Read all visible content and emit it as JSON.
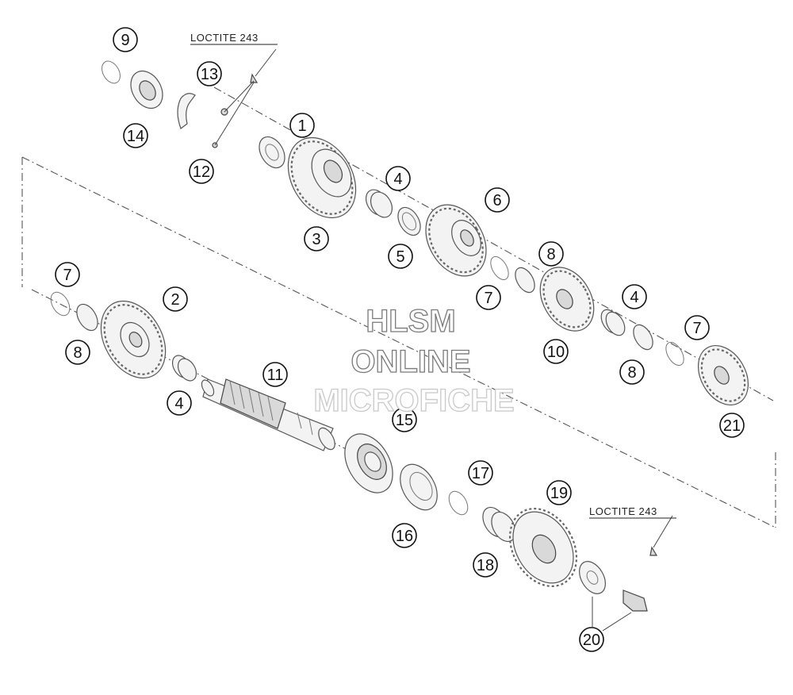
{
  "notes": [
    {
      "id": "loctite-top",
      "text": "LOCTITE 243"
    },
    {
      "id": "loctite-bottom",
      "text": "LOCTITE 243"
    }
  ],
  "callouts": [
    {
      "id": "c1",
      "text": "1"
    },
    {
      "id": "c2",
      "text": "2"
    },
    {
      "id": "c3",
      "text": "3"
    },
    {
      "id": "c4a",
      "text": "4"
    },
    {
      "id": "c4b",
      "text": "4"
    },
    {
      "id": "c4c",
      "text": "4"
    },
    {
      "id": "c5",
      "text": "5"
    },
    {
      "id": "c6",
      "text": "6"
    },
    {
      "id": "c7a",
      "text": "7"
    },
    {
      "id": "c7b",
      "text": "7"
    },
    {
      "id": "c7c",
      "text": "7"
    },
    {
      "id": "c8a",
      "text": "8"
    },
    {
      "id": "c8b",
      "text": "8"
    },
    {
      "id": "c8c",
      "text": "8"
    },
    {
      "id": "c9",
      "text": "9"
    },
    {
      "id": "c10",
      "text": "10"
    },
    {
      "id": "c11",
      "text": "11"
    },
    {
      "id": "c12",
      "text": "12"
    },
    {
      "id": "c13",
      "text": "13"
    },
    {
      "id": "c14",
      "text": "14"
    },
    {
      "id": "c15",
      "text": "15"
    },
    {
      "id": "c16",
      "text": "16"
    },
    {
      "id": "c17",
      "text": "17"
    },
    {
      "id": "c18",
      "text": "18"
    },
    {
      "id": "c19",
      "text": "19"
    },
    {
      "id": "c20",
      "text": "20"
    },
    {
      "id": "c21",
      "text": "21"
    }
  ],
  "watermark": {
    "line1": "HLSM",
    "line2": "ONLINE",
    "line3": "MICROFICHE"
  }
}
